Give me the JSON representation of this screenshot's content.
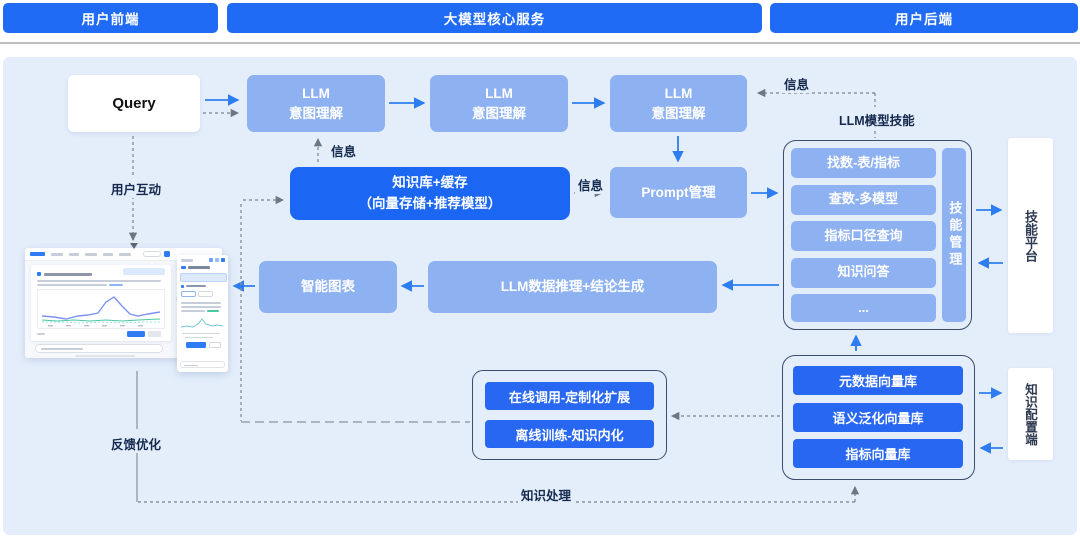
{
  "header": {
    "frontend": "用户前端",
    "core": "大模型核心服务",
    "backend": "用户后端"
  },
  "nodes": {
    "query": "Query",
    "llm_intent_line1": "LLM",
    "llm_intent_line2": "意图理解",
    "knowledge_cache_line1": "知识库+缓存",
    "knowledge_cache_line2": "（向量存储+推荐模型）",
    "prompt_management": "Prompt管理",
    "smart_chart": "智能图表",
    "llm_reasoning": "LLM数据推理+结论生成",
    "skills": [
      "找数-表/指标",
      "查数-多模型",
      "指标口径查询",
      "知识问答",
      "..."
    ],
    "skill_management": "技能管理",
    "skill_platform": "技能平台",
    "vector_libraries": [
      "元数据向量库",
      "语义泛化向量库",
      "指标向量库"
    ],
    "knowledge_config": "知识配置端",
    "training": [
      "在线调用-定制化扩展",
      "离线训练-知识内化"
    ]
  },
  "labels": {
    "info_to_intent": "信息",
    "info_to_prompt": "信息",
    "info_from_skills": "信息",
    "llm_model_skills": "LLM模型技能",
    "user_interaction": "用户互动",
    "feedback_optimization": "反馈优化",
    "knowledge_processing": "知识处理"
  },
  "colors": {
    "primary_blue": "#1f6bf5",
    "light_blue": "#8eb2f1",
    "deep_blue": "#1b67f3",
    "panel_bg": "#e4eefb",
    "container_border": "#3d4c6f",
    "label_text": "#15294e",
    "arrow_blue": "#2d7df0",
    "dash_gray": "#8b919c"
  }
}
